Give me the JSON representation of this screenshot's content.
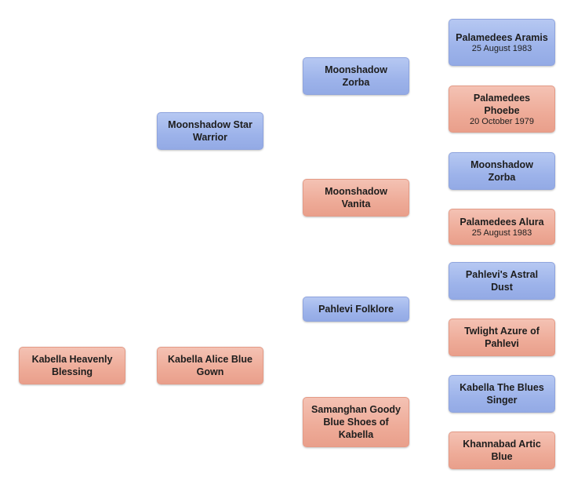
{
  "subject": {
    "name": "Kabella  Heavenly Blessing",
    "gender": "female"
  },
  "parents": {
    "sire": {
      "name": "Moonshadow Star Warrior",
      "gender": "male"
    },
    "dam": {
      "name": "Kabella Alice Blue Gown",
      "gender": "female"
    }
  },
  "grandparents": {
    "sire_sire": {
      "name": "Moonshadow Zorba",
      "gender": "male"
    },
    "sire_dam": {
      "name": "Moonshadow Vanita",
      "gender": "female"
    },
    "dam_sire": {
      "name": "Pahlevi Folklore",
      "gender": "male"
    },
    "dam_dam": {
      "name": "Samanghan Goody Blue Shoes of Kabella",
      "gender": "female"
    }
  },
  "great_grandparents": [
    {
      "name": "Palamedees Aramis",
      "date": "25 August 1983",
      "gender": "male"
    },
    {
      "name": "Palamedees Phoebe",
      "date": "20 October 1979",
      "gender": "female"
    },
    {
      "name": "Moonshadow Zorba",
      "date": "",
      "gender": "male"
    },
    {
      "name": "Palamedees Alura",
      "date": "25 August 1983",
      "gender": "female"
    },
    {
      "name": "Pahlevi's  Astral Dust",
      "date": "",
      "gender": "male"
    },
    {
      "name": "Twlight Azure of Pahlevi",
      "date": "",
      "gender": "female"
    },
    {
      "name": "Kabella  The Blues Singer",
      "date": "",
      "gender": "male"
    },
    {
      "name": "Khannabad Artic Blue",
      "date": "",
      "gender": "female"
    }
  ],
  "colors": {
    "male": "#9db3ea",
    "female": "#eeab98"
  }
}
